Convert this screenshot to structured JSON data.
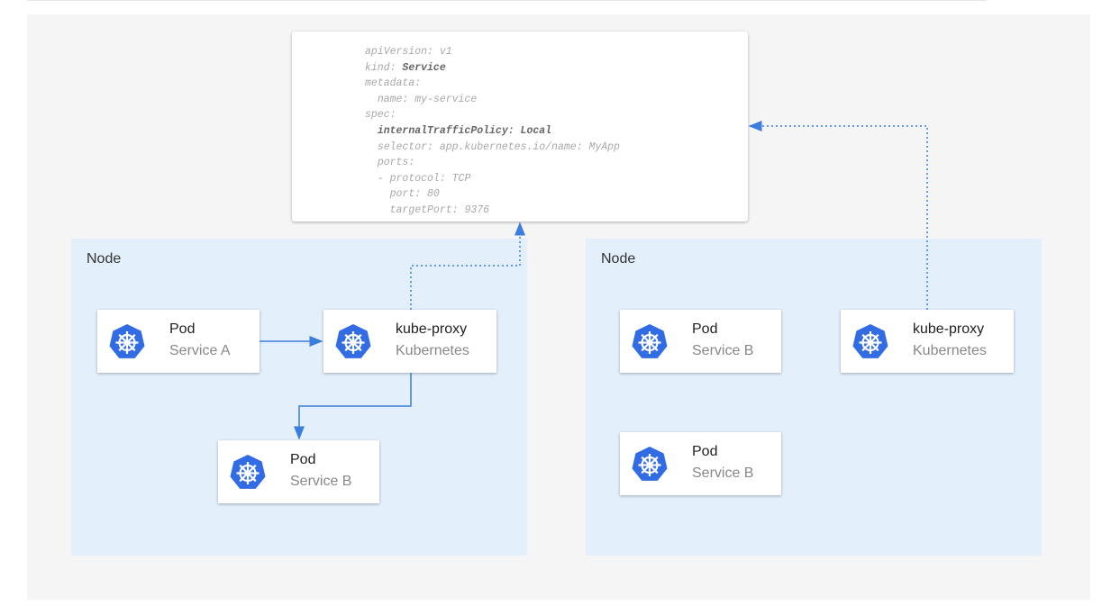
{
  "code": {
    "lines": [
      {
        "indent": "",
        "key": "apiVersion: ",
        "value": "v1",
        "bold": false
      },
      {
        "indent": "",
        "key": "kind: ",
        "value": "Service",
        "bold": "value"
      },
      {
        "indent": "",
        "key": "metadata:",
        "value": "",
        "bold": false
      },
      {
        "indent": "  ",
        "key": "name: ",
        "value": "my-service",
        "bold": false
      },
      {
        "indent": "",
        "key": "spec:",
        "value": "",
        "bold": false
      },
      {
        "indent": "  ",
        "key": "internalTrafficPolicy: ",
        "value": "Local",
        "bold": "all"
      },
      {
        "indent": "  ",
        "key": "selector: ",
        "value": "app.kubernetes.io/name: MyApp",
        "bold": false
      },
      {
        "indent": "  ",
        "key": "ports:",
        "value": "",
        "bold": false
      },
      {
        "indent": "  ",
        "key": "- protocol: ",
        "value": "TCP",
        "bold": false
      },
      {
        "indent": "    ",
        "key": "port: ",
        "value": "80",
        "bold": false
      },
      {
        "indent": "    ",
        "key": "targetPort: ",
        "value": "9376",
        "bold": false
      }
    ]
  },
  "nodes": [
    {
      "label": "Node",
      "cards": [
        {
          "title": "Pod",
          "subtitle": "Service A",
          "icon": "kubernetes-icon"
        },
        {
          "title": "kube-proxy",
          "subtitle": "Kubernetes",
          "icon": "kubernetes-icon"
        },
        {
          "title": "Pod",
          "subtitle": "Service B",
          "icon": "kubernetes-icon"
        }
      ]
    },
    {
      "label": "Node",
      "cards": [
        {
          "title": "Pod",
          "subtitle": "Service B",
          "icon": "kubernetes-icon"
        },
        {
          "title": "kube-proxy",
          "subtitle": "Kubernetes",
          "icon": "kubernetes-icon"
        },
        {
          "title": "Pod",
          "subtitle": "Service B",
          "icon": "kubernetes-icon"
        }
      ]
    }
  ],
  "colors": {
    "accent": "#326ce5",
    "arrow": "#3b7ddd",
    "node_bg": "#e3effb",
    "panel_bg": "#f5f5f5"
  }
}
